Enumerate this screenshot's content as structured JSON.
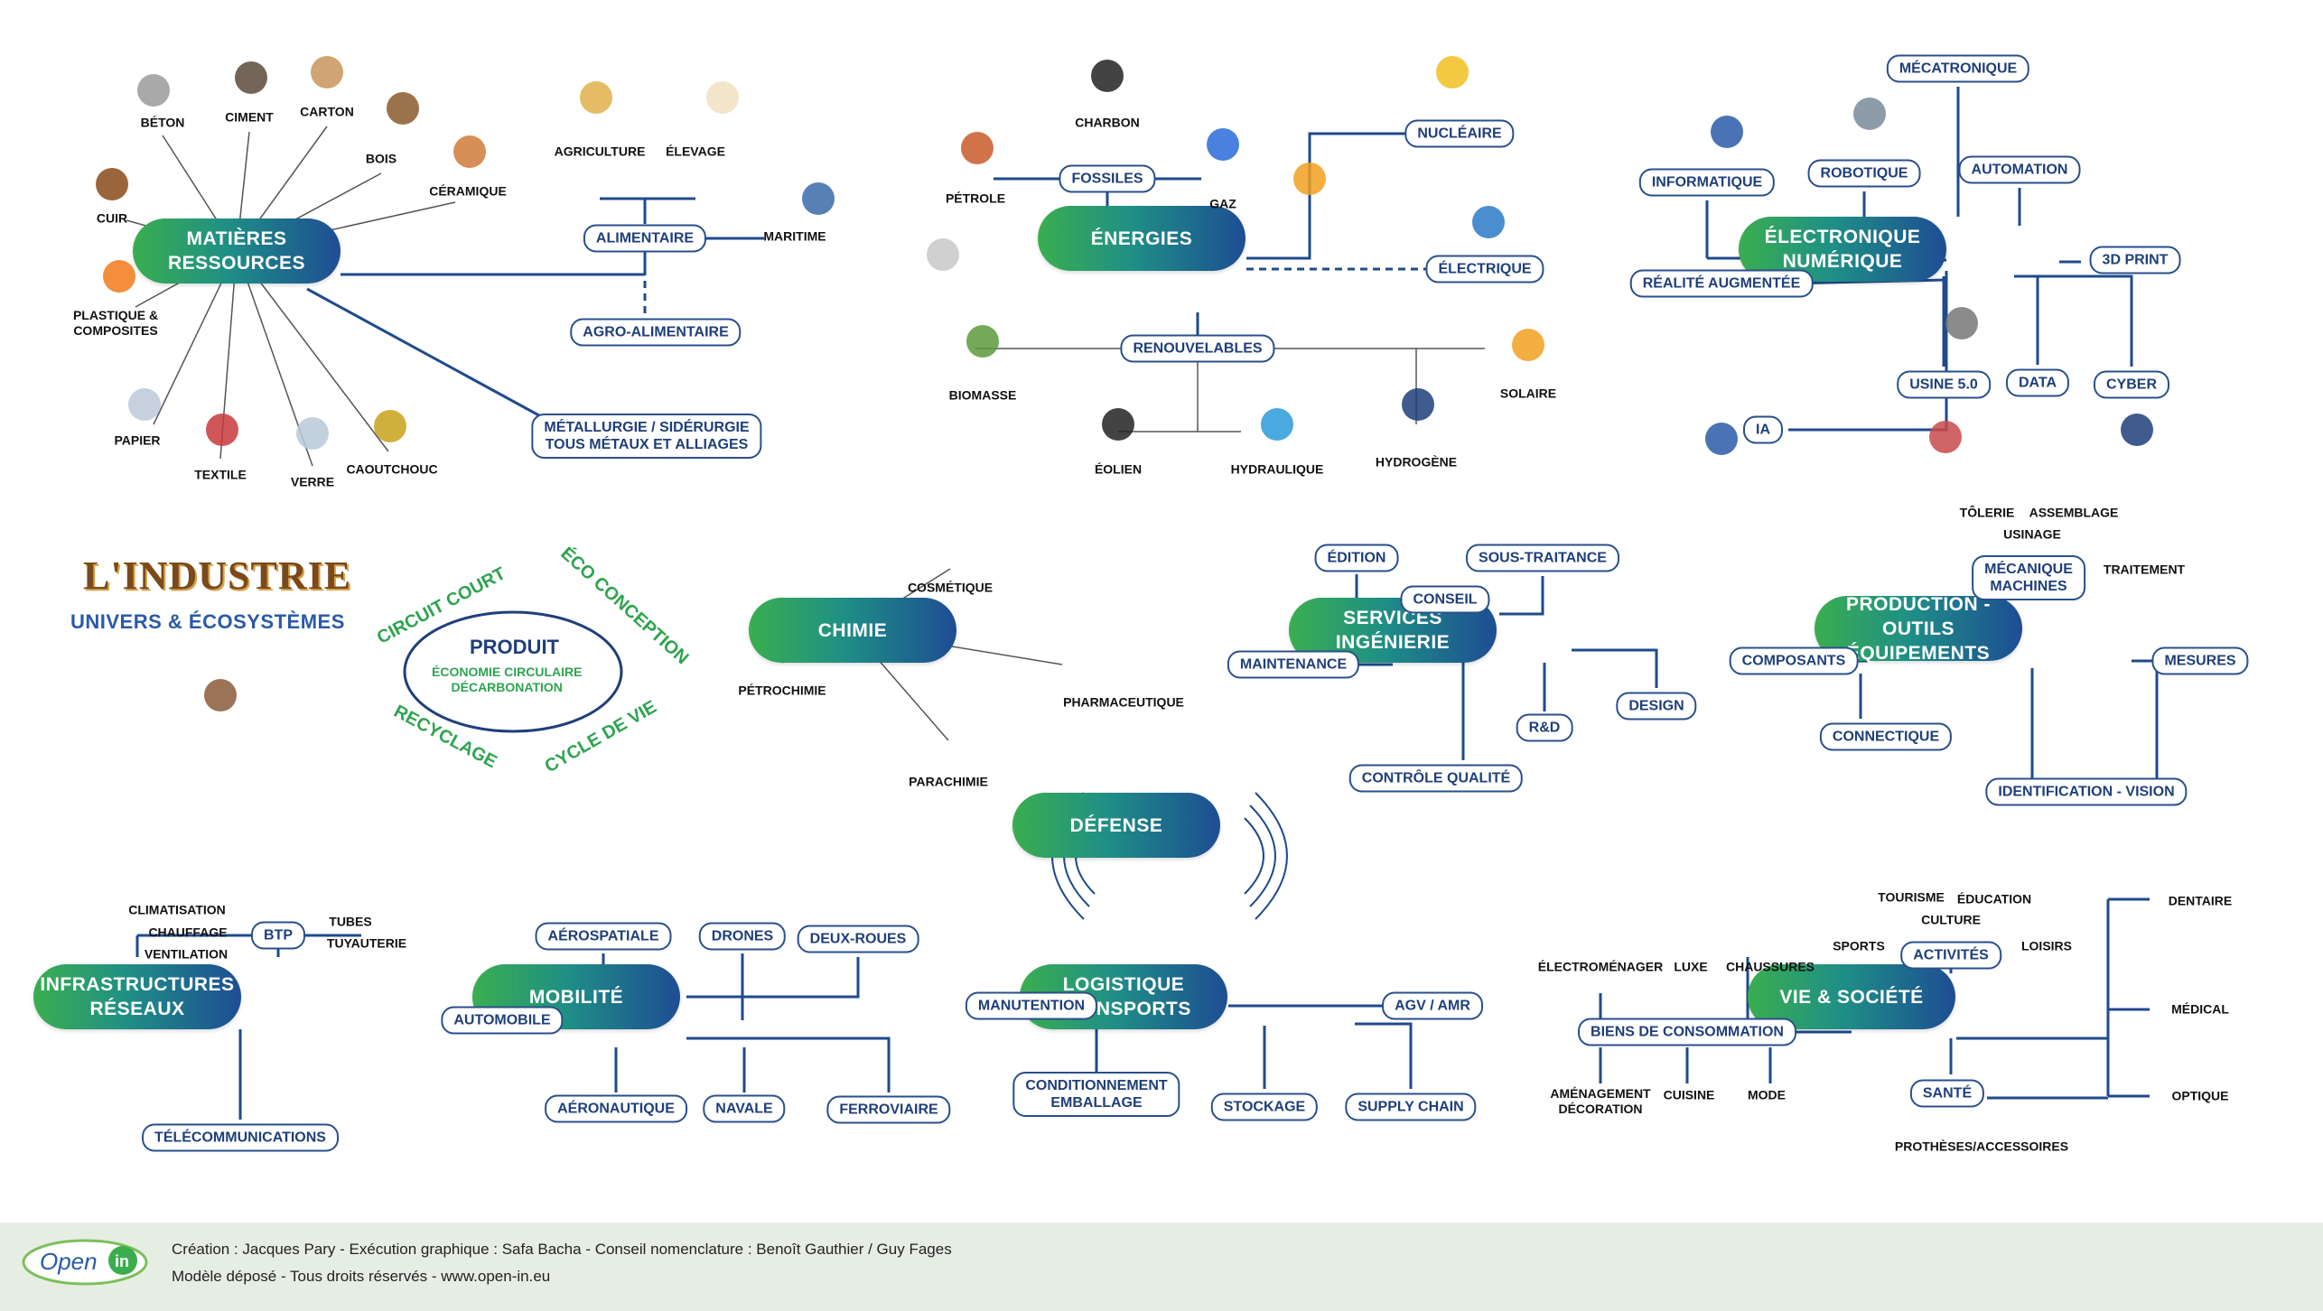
{
  "title": "L'INDUSTRIE",
  "subtitle": "UNIVERS & ÉCOSYSTÈMES",
  "cycle": {
    "center": "PRODUIT",
    "center_sub": "ÉCONOMIE CIRCULAIRE\nDÉCARBONATION",
    "arcs": [
      "CIRCUIT COURT",
      "ÉCO CONCEPTION",
      "CYCLE DE VIE",
      "RECYCLAGE"
    ]
  },
  "hubs": [
    "MATIÈRES\nRESSOURCES",
    "ÉNERGIES",
    "ÉLECTRONIQUE\nNUMÉRIQUE",
    "CHIMIE",
    "SERVICES\nINGÉNIERIE",
    "PRODUCTION - OUTILS\nÉQUIPEMENTS",
    "DÉFENSE",
    "INFRASTRUCTURES\nRÉSEAUX",
    "MOBILITÉ",
    "LOGISTIQUE\nTRANSPORTS",
    "VIE & SOCIÉTÉ"
  ],
  "pills": [
    "ALIMENTAIRE",
    "AGRO-ALIMENTAIRE",
    "MÉTALLURGIE / SIDÉRURGIE\nTOUS MÉTAUX ET ALLIAGES",
    "FOSSILES",
    "NUCLÉAIRE",
    "ÉLECTRIQUE",
    "RENOUVELABLES",
    "MÉCATRONIQUE",
    "INFORMATIQUE",
    "ROBOTIQUE",
    "AUTOMATION",
    "RÉALITÉ AUGMENTÉE",
    "3D PRINT",
    "USINE 5.0",
    "DATA",
    "CYBER",
    "IA",
    "ÉDITION",
    "SOUS-TRAITANCE",
    "CONSEIL",
    "MAINTENANCE",
    "DESIGN",
    "R&D",
    "CONTRÔLE QUALITÉ",
    "MÉCANIQUE\nMACHINES",
    "COMPOSANTS",
    "MESURES",
    "CONNECTIQUE",
    "IDENTIFICATION - VISION",
    "BTP",
    "TÉLÉCOMMUNICATIONS",
    "AÉROSPATIALE",
    "DRONES",
    "DEUX-ROUES",
    "AUTOMOBILE",
    "AÉRONAUTIQUE",
    "NAVALE",
    "FERROVIAIRE",
    "MANUTENTION",
    "AGV / AMR",
    "CONDITIONNEMENT\nEMBALLAGE",
    "STOCKAGE",
    "SUPPLY CHAIN",
    "BIENS DE CONSOMMATION",
    "ACTIVITÉS",
    "SANTÉ"
  ],
  "labels": [
    "BÉTON",
    "CIMENT",
    "CARTON",
    "BOIS",
    "CÉRAMIQUE",
    "CUIR",
    "PLASTIQUE &\nCOMPOSITES",
    "PAPIER",
    "TEXTILE",
    "VERRE",
    "CAOUTCHOUC",
    "AGRICULTURE",
    "ÉLEVAGE",
    "MARITIME",
    "CHARBON",
    "PÉTROLE",
    "GAZ",
    "BIOMASSE",
    "SOLAIRE",
    "ÉOLIEN",
    "HYDRAULIQUE",
    "HYDROGÈNE",
    "COSMÉTIQUE",
    "PÉTROCHIMIE",
    "PHARMACEUTIQUE",
    "PARACHIMIE",
    "TÔLERIE",
    "ASSEMBLAGE",
    "USINAGE",
    "TRAITEMENT",
    "CLIMATISATION",
    "CHAUFFAGE",
    "VENTILATION",
    "TUBES",
    "TUYAUTERIE",
    "ÉLECTROMÉNAGER",
    "LUXE",
    "CHAUSSURES",
    "AMÉNAGEMENT\nDÉCORATION",
    "CUISINE",
    "MODE",
    "TOURISME",
    "ÉDUCATION",
    "CULTURE",
    "SPORTS",
    "LOISIRS",
    "DENTAIRE",
    "MÉDICAL",
    "OPTIQUE",
    "PROTHÈSES/ACCESSOIRES"
  ],
  "footer": {
    "logo_text": "Open",
    "logo_badge": "in",
    "credit_line1": "Création : Jacques Pary - Exécution graphique : Safa Bacha - Conseil nomenclature : Benoît Gauthier / Guy Fages",
    "credit_line2": "Modèle déposé - Tous droits réservés - www.open-in.eu"
  },
  "colors": {
    "hub_green": "#3aae4f",
    "hub_blue": "#1e4d93",
    "line_blue": "#1f4a8c",
    "pill_text": "#1f3f7a",
    "accent_green": "#2ea44f",
    "footer_bg": "#e6eee3"
  },
  "icons": [
    "concrete-blocks-icon",
    "cement-icon",
    "carton-icon",
    "wood-icon",
    "ceramic-icon",
    "leather-icon",
    "cone-icon",
    "paper-icon",
    "textile-icon",
    "glass-icon",
    "rubber-icon",
    "wheat-icon",
    "chicken-icon",
    "ship-icon",
    "factory-icon",
    "steel-icon",
    "coal-icon",
    "oil-pump-icon",
    "flame-icon",
    "nuclear-icon",
    "battery-icon",
    "biomass-icon",
    "sun-icon",
    "wind-turbine-icon",
    "water-drops-icon",
    "hydrogen-icon",
    "computer-icon",
    "robot-icon",
    "vr-headset-icon",
    "gear-40-icon",
    "lock-icon",
    "ai-face-icon",
    "crowd-icon",
    "defense-radar-icon"
  ]
}
